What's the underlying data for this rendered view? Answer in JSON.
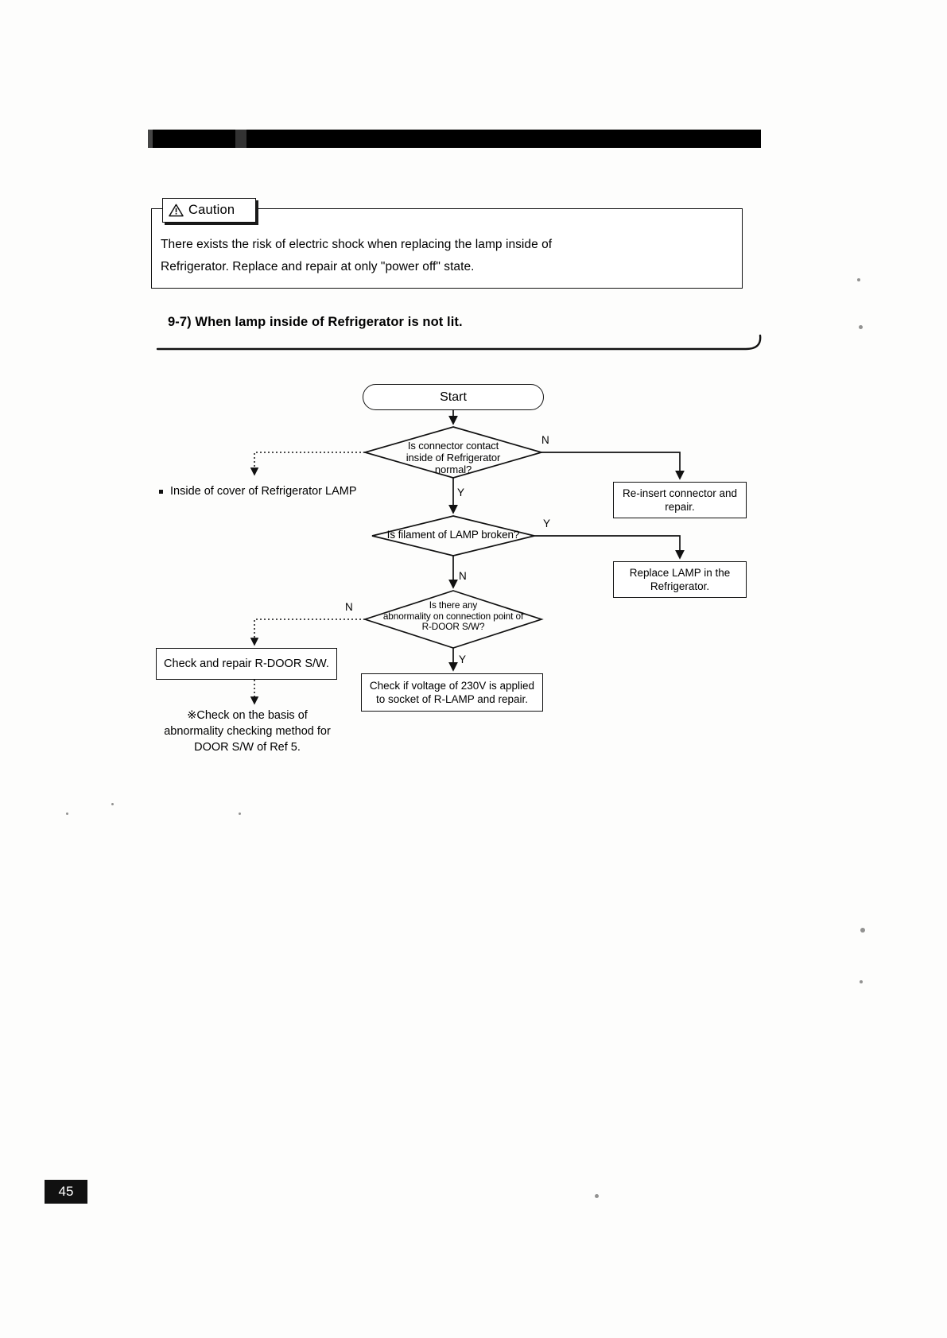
{
  "page": {
    "number": "45"
  },
  "caution": {
    "tab_label": "Caution",
    "icon": "warning-triangle-icon",
    "line1": "There exists the risk of electric shock when replacing the lamp inside of",
    "line2": "Refrigerator. Replace and repair at only  \"power off\" state."
  },
  "section": {
    "heading": "9-7) When lamp inside of Refrigerator is not lit."
  },
  "flowchart": {
    "start_label": "Start",
    "decisions": [
      {
        "id": "connector-contact",
        "line1": "Is connector contact",
        "line2": "inside of Refrigerator",
        "line3": "normal?"
      },
      {
        "id": "lamp-filament",
        "line1": "Is filament of LAMP broken?"
      },
      {
        "id": "door-switch-connection",
        "line1": "Is there any",
        "line2": "abnormality on connection point of",
        "line3": "R-DOOR S/W?"
      }
    ],
    "processes": [
      {
        "id": "reinsert-connector",
        "line1": "Re-insert connector and",
        "line2": "repair."
      },
      {
        "id": "replace-lamp",
        "line1": "Replace LAMP in the",
        "line2": "Refrigerator."
      },
      {
        "id": "check-door-switch",
        "line1": "Check and repair R-DOOR S/W."
      },
      {
        "id": "check-voltage",
        "line1": "Check if voltage of 230V is applied",
        "line2": "to socket of R-LAMP and repair."
      }
    ],
    "branch_labels": {
      "connector_no": "N",
      "connector_yes": "Y",
      "filament_yes": "Y",
      "filament_no": "N",
      "doorsw_no": "N",
      "doorsw_yes": "Y"
    },
    "annotations": {
      "lamp_cover_note": "Inside of  cover of Refrigerator LAMP",
      "footnote_line1": "※Check on the basis of",
      "footnote_line2": "abnormality checking method for",
      "footnote_line3": "DOOR S/W of Ref 5."
    }
  }
}
